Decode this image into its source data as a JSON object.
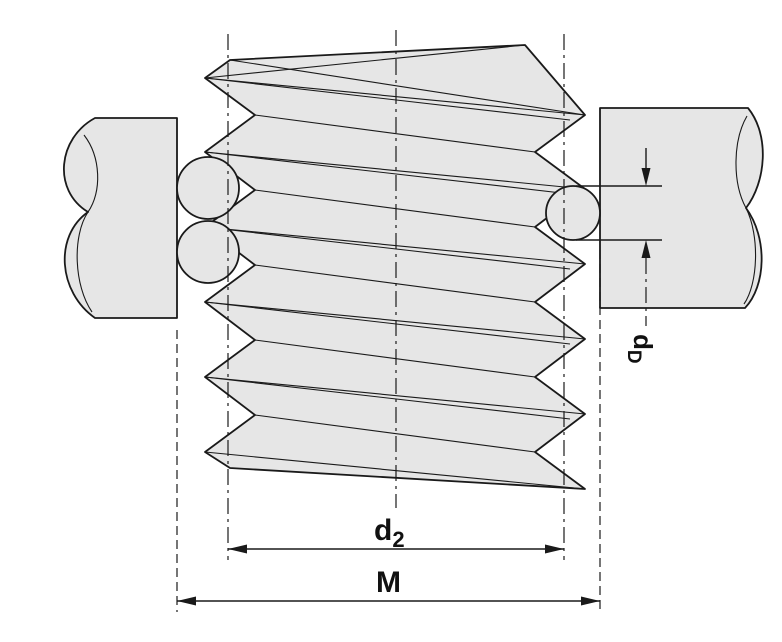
{
  "diagram": {
    "colors": {
      "background": "#ffffff",
      "outline": "#1a1a1a",
      "fill": "#e6e6e6"
    },
    "labels": {
      "pitch_diameter": {
        "base": "d",
        "sub": "2"
      },
      "over_wires": {
        "text": "M"
      },
      "wire_diameter": {
        "base": "d",
        "sub": "D"
      }
    }
  }
}
